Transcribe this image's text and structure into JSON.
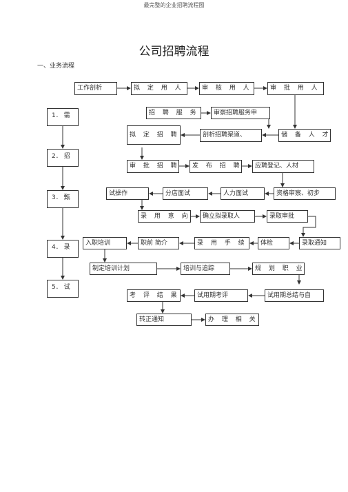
{
  "header": "最完整的企业招聘流程图",
  "title": "公司招聘流程",
  "section": "一、业务流程",
  "stages": [
    "1． 需",
    "2． 招",
    "3． 甄",
    "4． 录",
    "5． 试"
  ],
  "row1": [
    "工作剖析",
    "拟 定 用 人 需",
    "审 核 用 人 需",
    "审 批 用 人 需"
  ],
  "row2": [
    "招 聘 服 务 申",
    "审察招聘服务申"
  ],
  "row3": [
    "拟 定 招 聘 方",
    "剖析招聘渠道、",
    "储 备 人 才 查"
  ],
  "row4": [
    "审 批 招 聘 方",
    "发 布 招 聘 信",
    "应聘登记、人材"
  ],
  "row5": [
    "试操作",
    "分店面试",
    "人力面试",
    "资格审察、初步"
  ],
  "row6": [
    "录 用 意 向 洽",
    "确立拟录取人",
    "录取审批"
  ],
  "row7": [
    "入职培训",
    "职前 简介",
    "录 用 手 续 办",
    "体检",
    "录取通知"
  ],
  "row8": [
    "制定培训计划",
    "培训与追踪",
    "规 划 职 业 生"
  ],
  "row9": [
    "考 评 结 果 审",
    "试用期考评",
    "试用期总结与自"
  ],
  "row10": [
    "转正通知",
    "办 理 相 关 手"
  ]
}
